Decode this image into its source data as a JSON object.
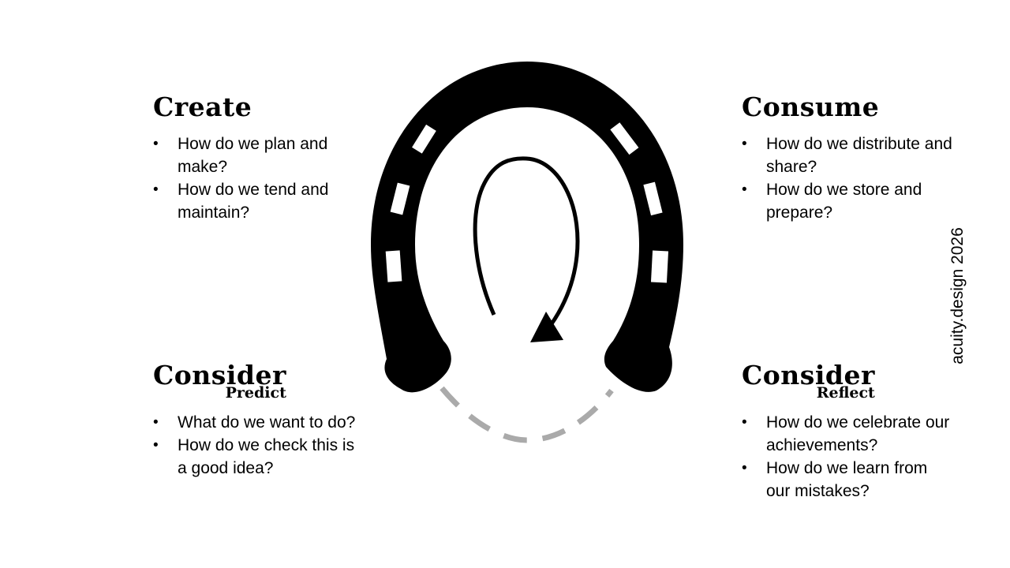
{
  "quadrants": {
    "create": {
      "title": "Create",
      "items": [
        "How do we plan and make?",
        "How do we tend and maintain?"
      ]
    },
    "consume": {
      "title": "Consume",
      "items": [
        "How do we distribute and share?",
        "How do we store and prepare?"
      ]
    },
    "consider_predict": {
      "title": "Consider",
      "subtitle": "Predict",
      "items": [
        "What do we want to do?",
        "How do we check this is a good idea?"
      ]
    },
    "consider_reflect": {
      "title": "Consider",
      "subtitle": "Reflect",
      "items": [
        "How do we celebrate our achievements?",
        "How do we learn from our mistakes?"
      ]
    }
  },
  "credit": "acuity.design 2026",
  "icons": {
    "horseshoe": "horseshoe-icon",
    "cycle_arrow": "cycle-arrow-icon",
    "gap": "dashed-arc"
  },
  "colors": {
    "horseshoe": "#000000",
    "dashed_gap": "#aaaaaa",
    "background": "#ffffff"
  }
}
